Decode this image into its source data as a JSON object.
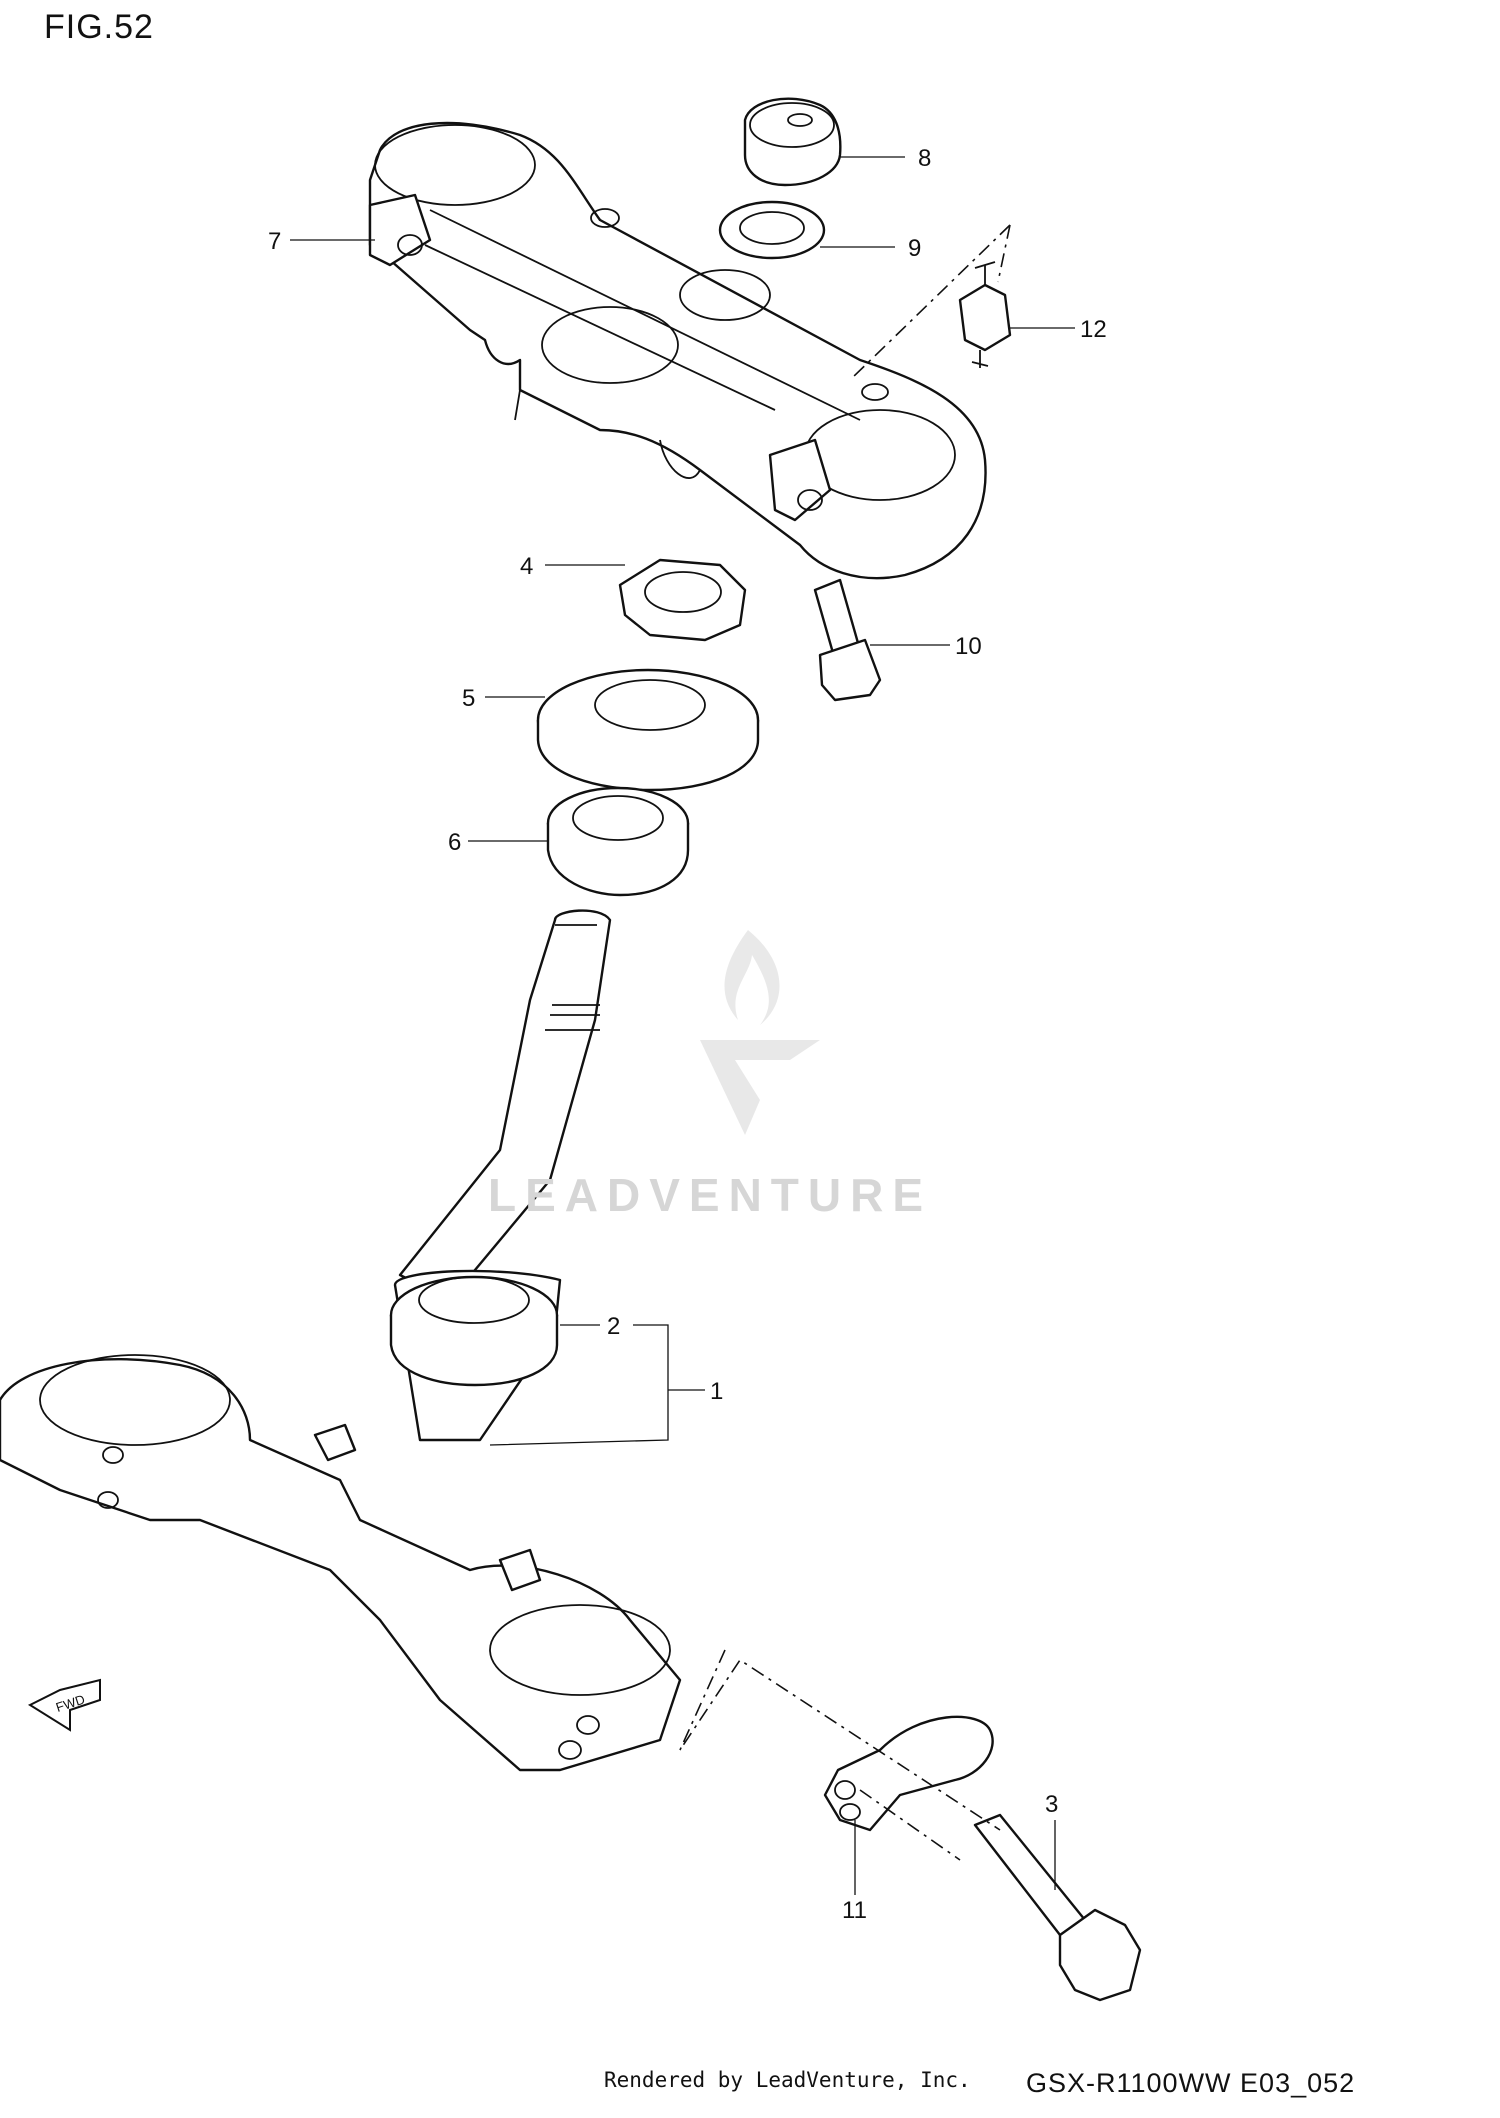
{
  "figure": {
    "title": "FIG.52"
  },
  "callouts": [
    {
      "id": "1",
      "label": "1"
    },
    {
      "id": "2",
      "label": "2"
    },
    {
      "id": "3",
      "label": "3"
    },
    {
      "id": "4",
      "label": "4"
    },
    {
      "id": "5",
      "label": "5"
    },
    {
      "id": "6",
      "label": "6"
    },
    {
      "id": "7",
      "label": "7"
    },
    {
      "id": "8",
      "label": "8"
    },
    {
      "id": "9",
      "label": "9"
    },
    {
      "id": "10",
      "label": "10"
    },
    {
      "id": "11",
      "label": "11"
    },
    {
      "id": "12",
      "label": "12"
    }
  ],
  "direction_badge": {
    "label": "FWD",
    "icon": "fwd-arrow-icon"
  },
  "watermark": {
    "text": "LEADVENTURE",
    "icon": "leadventure-logo-icon"
  },
  "footer": {
    "rendered_by": "Rendered by LeadVenture, Inc.",
    "diagram_code": "GSX-R1100WW  E03_052"
  }
}
